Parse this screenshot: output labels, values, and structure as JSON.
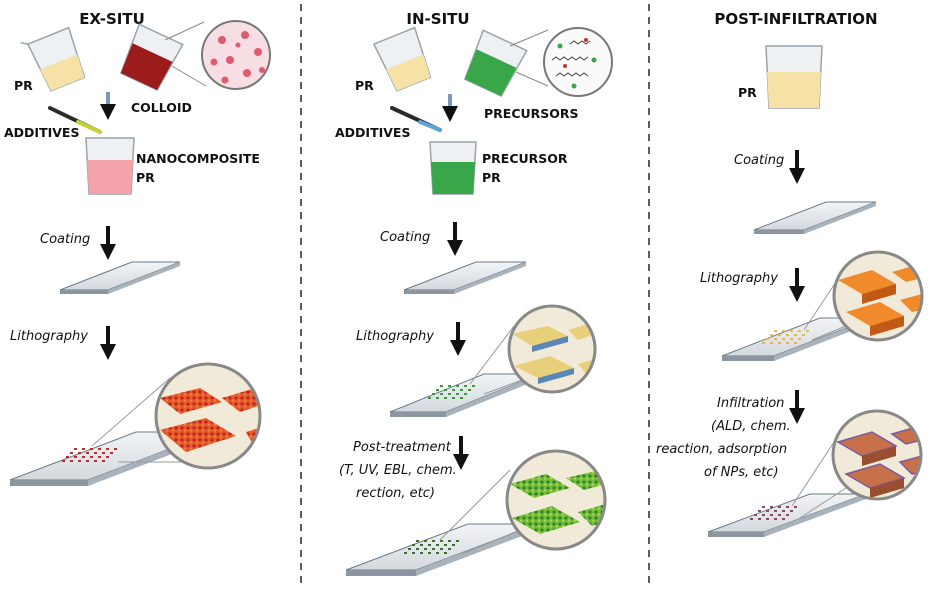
{
  "columns": [
    {
      "title": "EX-SITU",
      "labels": {
        "pr": "PR",
        "colloid": "COLLOID",
        "additives": "ADDITIVES",
        "result_line1": "NANOCOMPOSITE",
        "result_line2": "PR"
      },
      "steps": {
        "coating": "Coating",
        "lithography": "Lithography"
      }
    },
    {
      "title": "IN-SITU",
      "labels": {
        "pr": "PR",
        "precursors": "PRECURSORS",
        "additives": "ADDITIVES",
        "result_line1": "PRECURSOR",
        "result_line2": "PR"
      },
      "steps": {
        "coating": "Coating",
        "lithography": "Lithography",
        "post_treatment": [
          "Post-treatment",
          "(T, UV, EBL, chem.",
          "rection, etc)"
        ]
      }
    },
    {
      "title": "POST-INFILTRATION",
      "labels": {
        "pr": "PR"
      },
      "steps": {
        "coating": "Coating",
        "lithography": "Lithography",
        "infiltration": [
          "Infiltration",
          "(ALD, chem.",
          "reaction, adsorption",
          "of NPs, etc)"
        ]
      }
    }
  ],
  "colors": {
    "pr_liquid": "#f6e2a6",
    "colloid": "#9c1c1c",
    "nanocomposite": "#f4a3ab",
    "precursor": "#3aa64a",
    "ex_situ_pattern": "#d8452a",
    "in_situ_pattern": "#3e9a3a",
    "infiltrated_pattern": "#b8664a",
    "post_lith_pattern": "#f08a2a",
    "divider": "#333333"
  }
}
